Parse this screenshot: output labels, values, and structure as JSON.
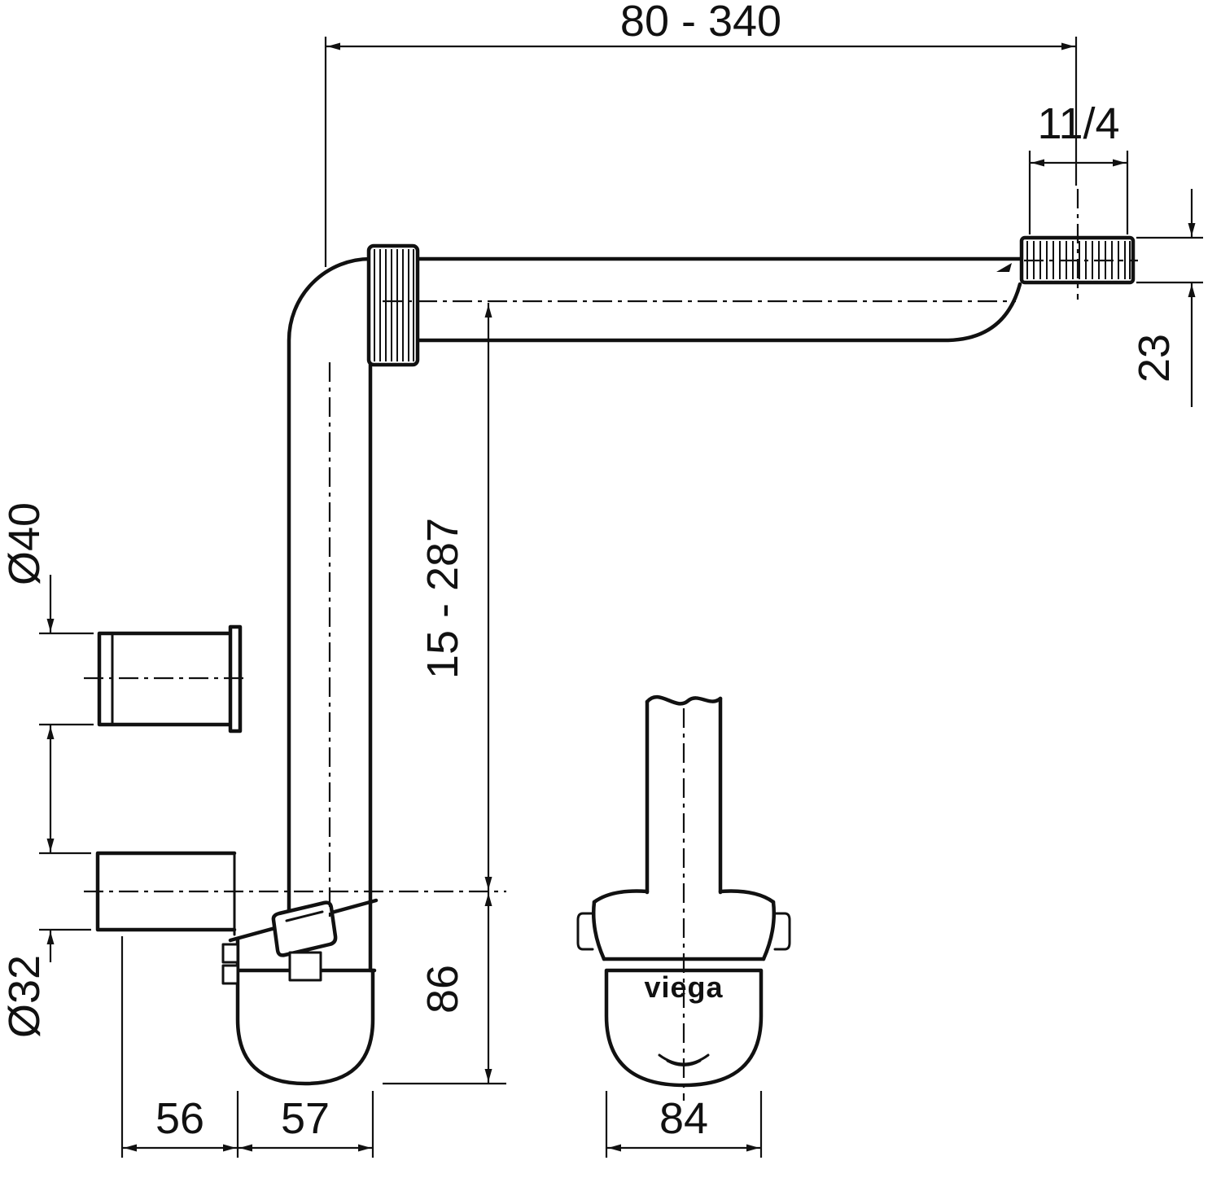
{
  "drawing": {
    "brand": "viega",
    "dims": {
      "top_span": "80 - 340",
      "thread_size": "11/4",
      "outlet_offset": "23",
      "height_range": "15 - 287",
      "cup_height": "86",
      "upper_diameter": "Ø40",
      "lower_diameter": "Ø32",
      "offset_left": "56",
      "offset_mid": "57",
      "cup_width": "84"
    },
    "colors": {
      "line": "#111111",
      "background": "#ffffff"
    }
  }
}
